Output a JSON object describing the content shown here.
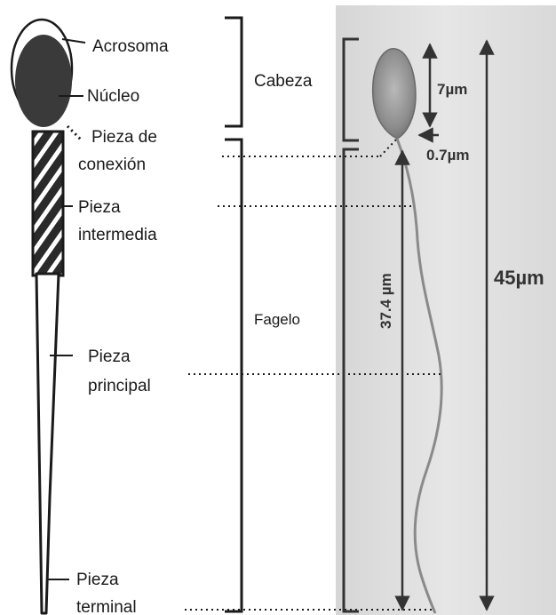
{
  "diagram": {
    "labels": {
      "acrosoma": "Acrosoma",
      "nucleo": "Núcleo",
      "pieza_conexion": [
        "Pieza de",
        "conexión"
      ],
      "pieza_intermedia": [
        "Pieza",
        "intermedia"
      ],
      "pieza_principal": [
        "Pieza",
        "principal"
      ],
      "pieza_terminal": [
        "Pieza",
        "terminal"
      ],
      "cabeza": "Cabeza",
      "flagelo": "Fagelo"
    },
    "measurements": {
      "head_length": "7µm",
      "neck_width": "0.7µm",
      "flagellum_length": "37.4 µm",
      "total_length": "45µm"
    }
  },
  "colors": {
    "ink": "#1a1a1a",
    "photo_bg": "#dcdcdc",
    "cell": "#8a8a8a",
    "measure": "#333333"
  }
}
